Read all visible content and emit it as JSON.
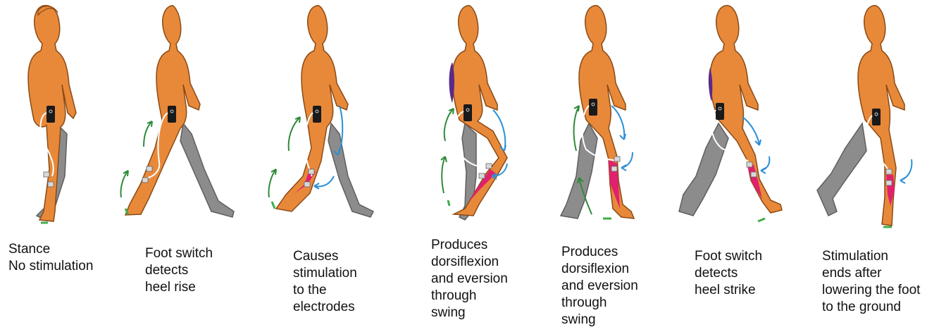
{
  "palette": {
    "skin": "#E8893A",
    "skin_outline": "#8A4A14",
    "back_leg": "#8C8C8C",
    "back_leg_outline": "#5E5E5E",
    "muscle_stimulated": "#E0216E",
    "muscle_active": "#5A2A8A",
    "device": "#1A1A1A",
    "wire": "#FFFFFF",
    "arrow_green": "#2E8B3A",
    "arrow_blue": "#2B8FD6",
    "footswitch": "#3FAE49"
  },
  "phases": [
    {
      "caption": "Stance\nNo stimulation",
      "stimulated_muscle": false,
      "green_arrows": false,
      "blue_arrows": false
    },
    {
      "caption": "Foot switch\ndetects\nheel rise",
      "stimulated_muscle": false,
      "green_arrows": true,
      "blue_arrows": false
    },
    {
      "caption": "Causes\nstimulation\nto the\nelectrodes",
      "stimulated_muscle": true,
      "green_arrows": true,
      "blue_arrows": true
    },
    {
      "caption": "Produces\ndorsiflexion\nand eversion\nthrough\nswing",
      "stimulated_muscle": true,
      "green_arrows": true,
      "blue_arrows": true
    },
    {
      "caption": "Produces\ndorsiflexion\nand eversion\nthrough\nswing",
      "stimulated_muscle": true,
      "green_arrows": true,
      "blue_arrows": true
    },
    {
      "caption": "Foot switch\ndetects\nheel strike",
      "stimulated_muscle": true,
      "green_arrows": false,
      "blue_arrows": true
    },
    {
      "caption": "Stimulation\nends after\nlowering the foot\nto the ground",
      "stimulated_muscle": true,
      "green_arrows": false,
      "blue_arrows": true
    }
  ]
}
